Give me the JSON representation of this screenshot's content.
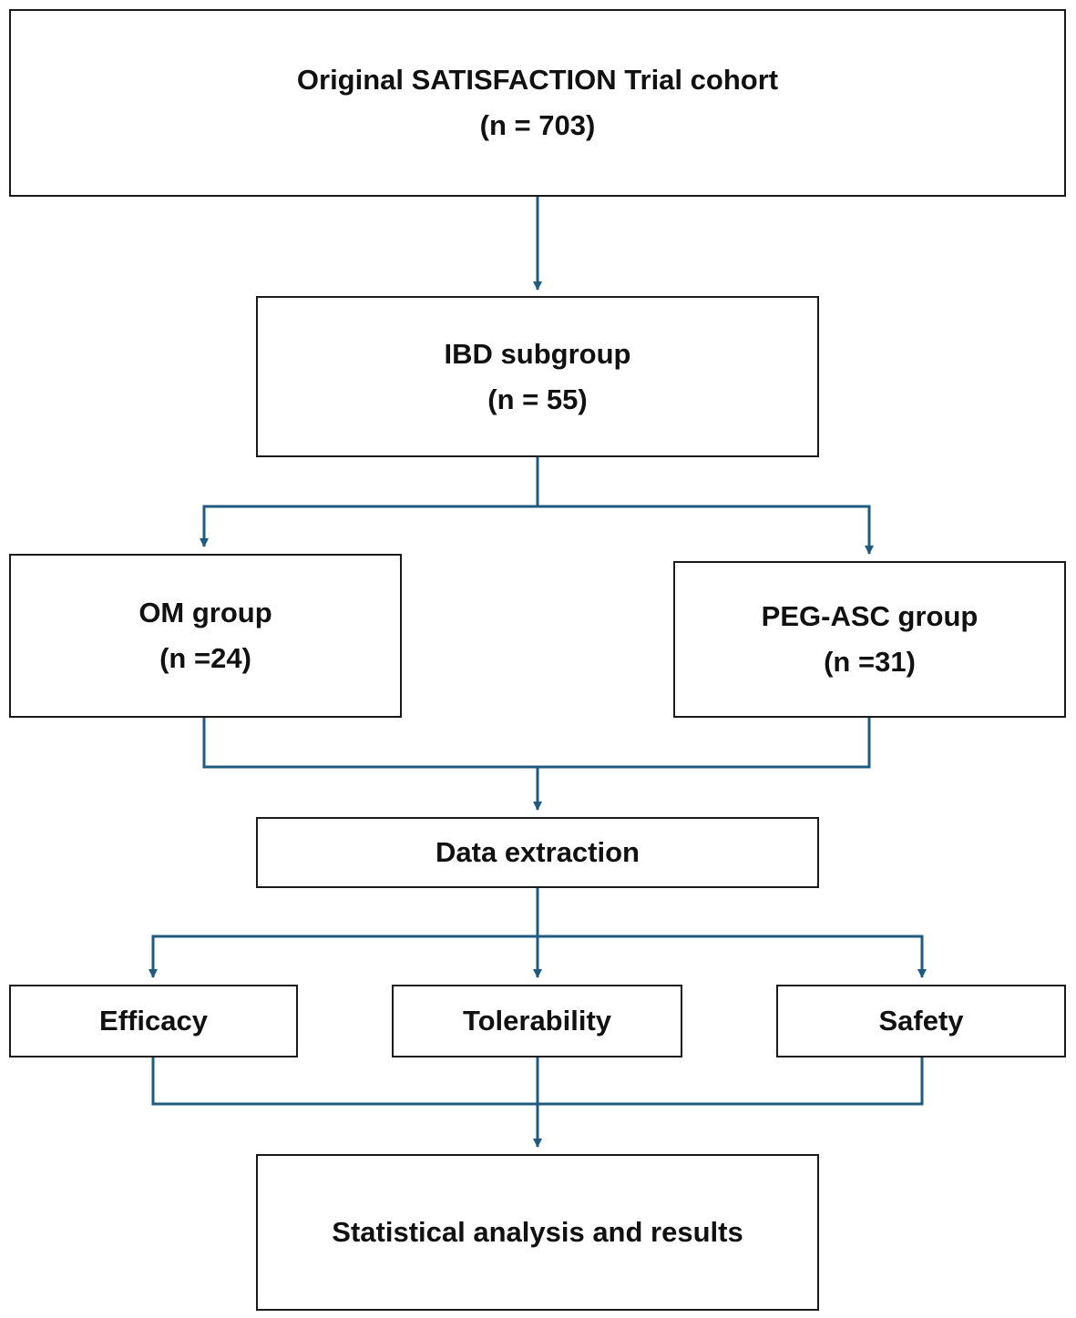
{
  "colors": {
    "connector": "#1f5a80",
    "box_border": "#1a1a1a",
    "text": "#111111"
  },
  "nodes": {
    "cohort": {
      "title": "Original SATISFACTION Trial cohort",
      "count": "(n = 703)"
    },
    "ibd": {
      "title": "IBD subgroup",
      "count": "(n = 55)"
    },
    "om": {
      "title": "OM group",
      "count": "(n =24)"
    },
    "peg": {
      "title": "PEG-ASC group",
      "count": "(n =31)"
    },
    "extraction": {
      "title": "Data extraction"
    },
    "efficacy": {
      "title": "Efficacy"
    },
    "tolerability": {
      "title": "Tolerability"
    },
    "safety": {
      "title": "Safety"
    },
    "stats": {
      "title": "Statistical analysis and results"
    }
  },
  "edges": [
    [
      "cohort",
      "ibd"
    ],
    [
      "ibd",
      "om"
    ],
    [
      "ibd",
      "peg"
    ],
    [
      "om",
      "extraction"
    ],
    [
      "peg",
      "extraction"
    ],
    [
      "extraction",
      "efficacy"
    ],
    [
      "extraction",
      "tolerability"
    ],
    [
      "extraction",
      "safety"
    ],
    [
      "efficacy",
      "stats"
    ],
    [
      "tolerability",
      "stats"
    ],
    [
      "safety",
      "stats"
    ]
  ]
}
